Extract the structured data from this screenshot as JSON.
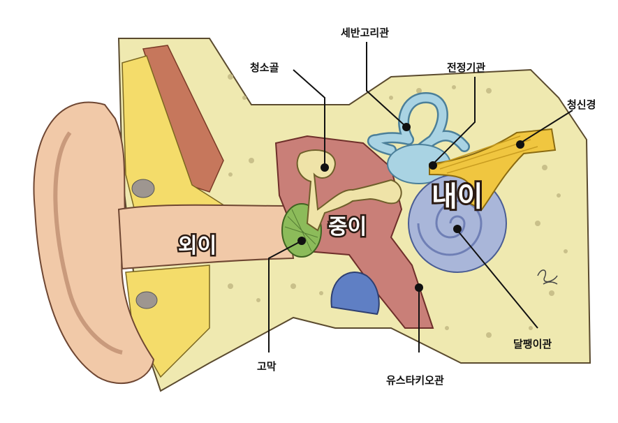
{
  "labels": {
    "semicircular_canals": "세반고리관",
    "ossicles": "청소골",
    "vestibule": "전정기관",
    "auditory_nerve": "청신경",
    "inner_ear": "내이",
    "middle_ear": "중이",
    "outer_ear": "외이",
    "eardrum": "고막",
    "eustachian_tube": "유스타키오관",
    "cochlea": "달팽이관"
  },
  "colors": {
    "bone": "#efe9b0",
    "skin": "#f1c9a8",
    "middle_ear_cavity": "#c97f78",
    "inner_ear": "#a9b6d9",
    "eardrum": "#8cbb5a",
    "nerve": "#f0c640",
    "ossicles": "#efe3a8",
    "canals": "#a9d3e3",
    "fat": "#f4dc6a",
    "muscle": "#c6775c"
  }
}
